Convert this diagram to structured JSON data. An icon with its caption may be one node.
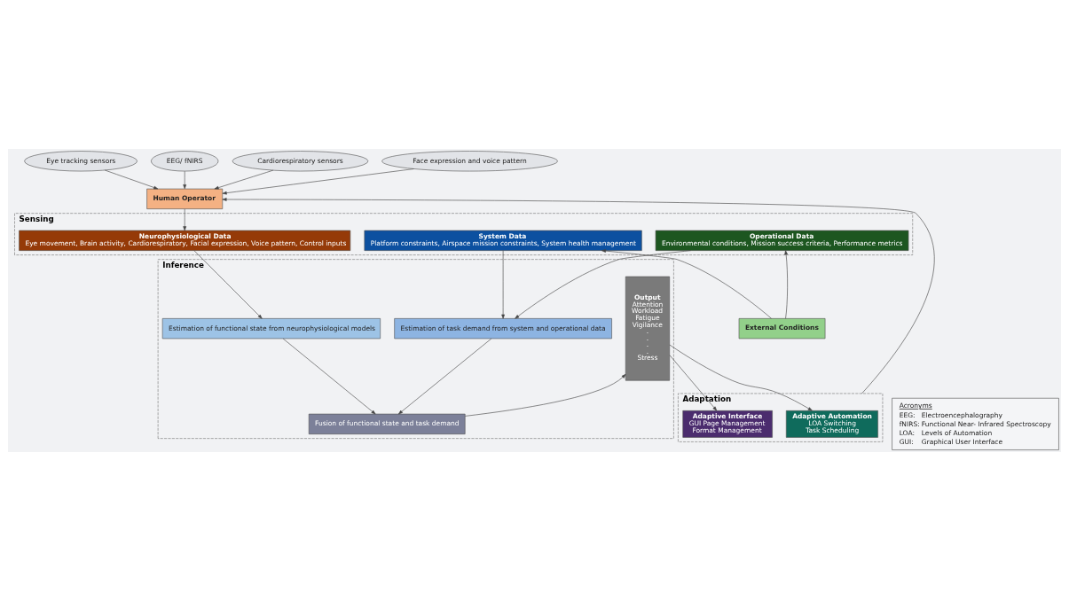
{
  "diagram": {
    "nodes": [
      {
        "text": [
          "Cardiorespiratory sensors"
        ]
      },
      {
        "text": [
          "Eye tracking sensors"
        ]
      },
      {
        "text": [
          "EEG/ fNIRS"
        ]
      },
      {
        "text": [
          "Human Operator"
        ]
      },
      {
        "text": [
          "Face expression and voice pattern"
        ]
      },
      {
        "text": [
          "Sensing"
        ]
      },
      {
        "text": [
          "Neurophysiological Data",
          "Eye movement, Brain activity, Cardiorespiratory, Facial expression, Voice pattern, Control inputs"
        ],
        "in": 5
      },
      {
        "text": [
          "System Data",
          "Platform constraints, Airspace mission constraints, System health management"
        ],
        "in": 5
      },
      {
        "text": [
          "Operational Data",
          "Environmental conditions, Mission success criteria, Performance metrics"
        ],
        "in": 5
      },
      {
        "text": [
          "Inference"
        ]
      },
      {
        "text": [
          "Estimation of functional state from neurophysiological models"
        ],
        "in": 9
      },
      {
        "text": [
          "Estimation of task demand from system and operational data"
        ],
        "in": 9
      },
      {
        "text": [
          "Output",
          "Attention",
          "Workload",
          "Fatigue",
          "Vigilance",
          ".",
          ".",
          ".",
          ".",
          "Stress"
        ],
        "in": 9
      },
      {
        "text": [
          "Fusion of functional state and task demand"
        ],
        "in": 9
      },
      {
        "text": [
          "Adaptation"
        ]
      },
      {
        "text": [
          "Adaptive Automation",
          "LOA Switching",
          "Task Scheduling"
        ],
        "in": 14
      },
      {
        "text": [
          "Adaptive Interface",
          "GUI Page Management",
          "Format Management"
        ],
        "in": 14
      },
      {
        "text": [
          "External Conditions"
        ]
      },
      {
        "text": [
          "Acronyms",
          "EEG:",
          "Electroencephalography",
          "fNIRS:",
          "Functional Near- Infrared Spectroscopy",
          "LOA:",
          "Levels of Automation",
          "GUI:",
          "Graphical User Interface"
        ]
      }
    ],
    "edges": [
      {
        "from": 0,
        "to": 3,
        "arrow": "to"
      },
      {
        "from": 1,
        "to": 3,
        "arrow": "to"
      },
      {
        "from": 2,
        "to": 3,
        "arrow": "to"
      },
      {
        "from": 4,
        "to": 3,
        "arrow": "to"
      },
      {
        "from": 14,
        "to": 3,
        "arrow": "to"
      },
      {
        "from": 3,
        "to": 6,
        "arrow": "to"
      },
      {
        "from": 6,
        "to": 10,
        "arrow": "to"
      },
      {
        "from": 7,
        "to": 11,
        "arrow": "to"
      },
      {
        "from": 8,
        "to": 11,
        "arrow": "to"
      },
      {
        "from": 10,
        "to": 13,
        "arrow": "to"
      },
      {
        "from": 11,
        "to": 13,
        "arrow": "to"
      },
      {
        "from": 13,
        "to": 12,
        "arrow": "to"
      },
      {
        "from": 12,
        "to": 15,
        "arrow": "to"
      },
      {
        "from": 12,
        "to": 16,
        "arrow": "to"
      },
      {
        "from": 17,
        "to": 8,
        "arrow": "to"
      },
      {
        "from": 17,
        "to": 7,
        "arrow": "to"
      }
    ]
  }
}
